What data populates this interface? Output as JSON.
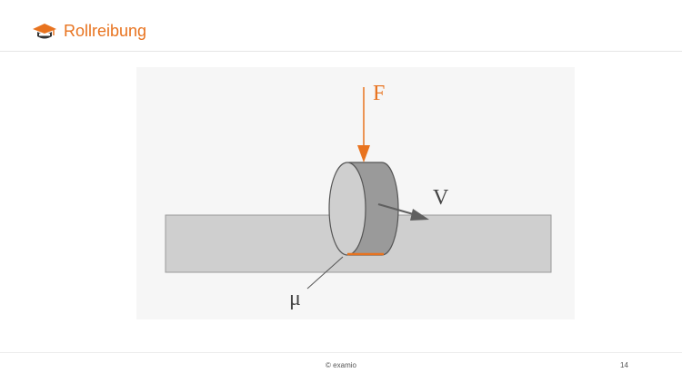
{
  "header": {
    "title": "Rollreibung",
    "logo_icon": "graduation-cap-book-icon"
  },
  "diagram": {
    "labels": {
      "force": "F",
      "velocity": "V",
      "friction": "μ"
    },
    "colors": {
      "accent": "#e8731f",
      "road": "#cfcfcf",
      "roller_face": "#cfcfcf",
      "roller_side": "#9a9a9a",
      "velocity_arrow": "#606060"
    }
  },
  "footer": {
    "copyright": "© examio",
    "page_number": "14"
  }
}
